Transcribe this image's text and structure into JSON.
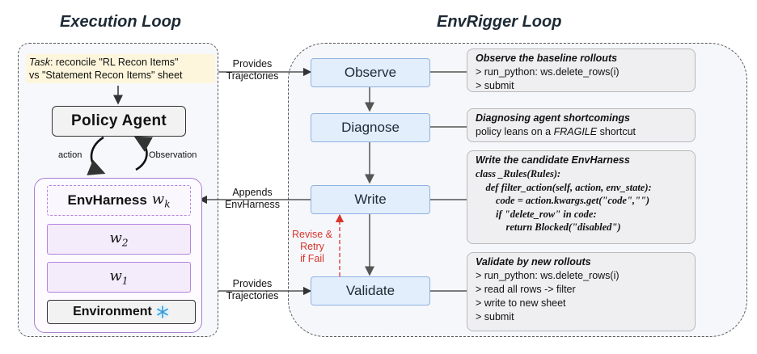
{
  "execution": {
    "title": "Execution Loop",
    "task_label": "Task",
    "task_line1": ": reconcile \"RL Recon Items\"",
    "task_line2": "vs \"Statement Recon Items\" sheet",
    "policy_agent": "Policy Agent",
    "action_label": "action",
    "observation_label": "Observation",
    "envharness_label": "EnvHarness",
    "w_top": "w",
    "w_top_sub": "k",
    "w2": "w",
    "w2_sub": "2",
    "w1": "w",
    "w1_sub": "1",
    "environment": "Environment"
  },
  "envrigger": {
    "title": "EnvRigger Loop",
    "steps": {
      "observe": "Observe",
      "diagnose": "Diagnose",
      "write": "Write",
      "validate": "Validate"
    },
    "revise_label": [
      "Revise &",
      "Retry",
      "if Fail"
    ]
  },
  "edges": {
    "provides_top": [
      "Provides",
      "Trajectories"
    ],
    "appends": [
      "Appends",
      "EnvHarness"
    ],
    "provides_bottom": [
      "Provides",
      "Trajectories"
    ]
  },
  "notes": {
    "observe": {
      "head": "Observe the baseline rollouts",
      "lines": [
        "> run_python: ws.delete_rows(i)",
        "> submit"
      ]
    },
    "diagnose": {
      "head": "Diagnosing agent shortcomings",
      "line_pre": "policy leans on a ",
      "line_em": "FRAGILE",
      "line_post": " shortcut"
    },
    "write": {
      "head": "Write the candidate EnvHarness",
      "code": [
        "class _Rules(Rules):",
        "    def filter_action(self, action, env_state):",
        "        code = action.kwargs.get(\"code\",\"\")",
        "        if \"delete_row\" in code:",
        "            return Blocked(\"disabled\")"
      ]
    },
    "validate": {
      "head": "Validate by new rollouts",
      "lines": [
        "> run_python: ws.delete_rows(i)",
        "> read all rows -> filter",
        "> write to new sheet",
        "> submit"
      ]
    }
  },
  "colors": {
    "step_fill": "#e2eefc",
    "step_border": "#8fb2e0",
    "harness_border": "#a77fcf",
    "task_fill": "#fdf6dc",
    "revise_red": "#d9342b"
  },
  "icons": [
    "snowflake-icon"
  ]
}
